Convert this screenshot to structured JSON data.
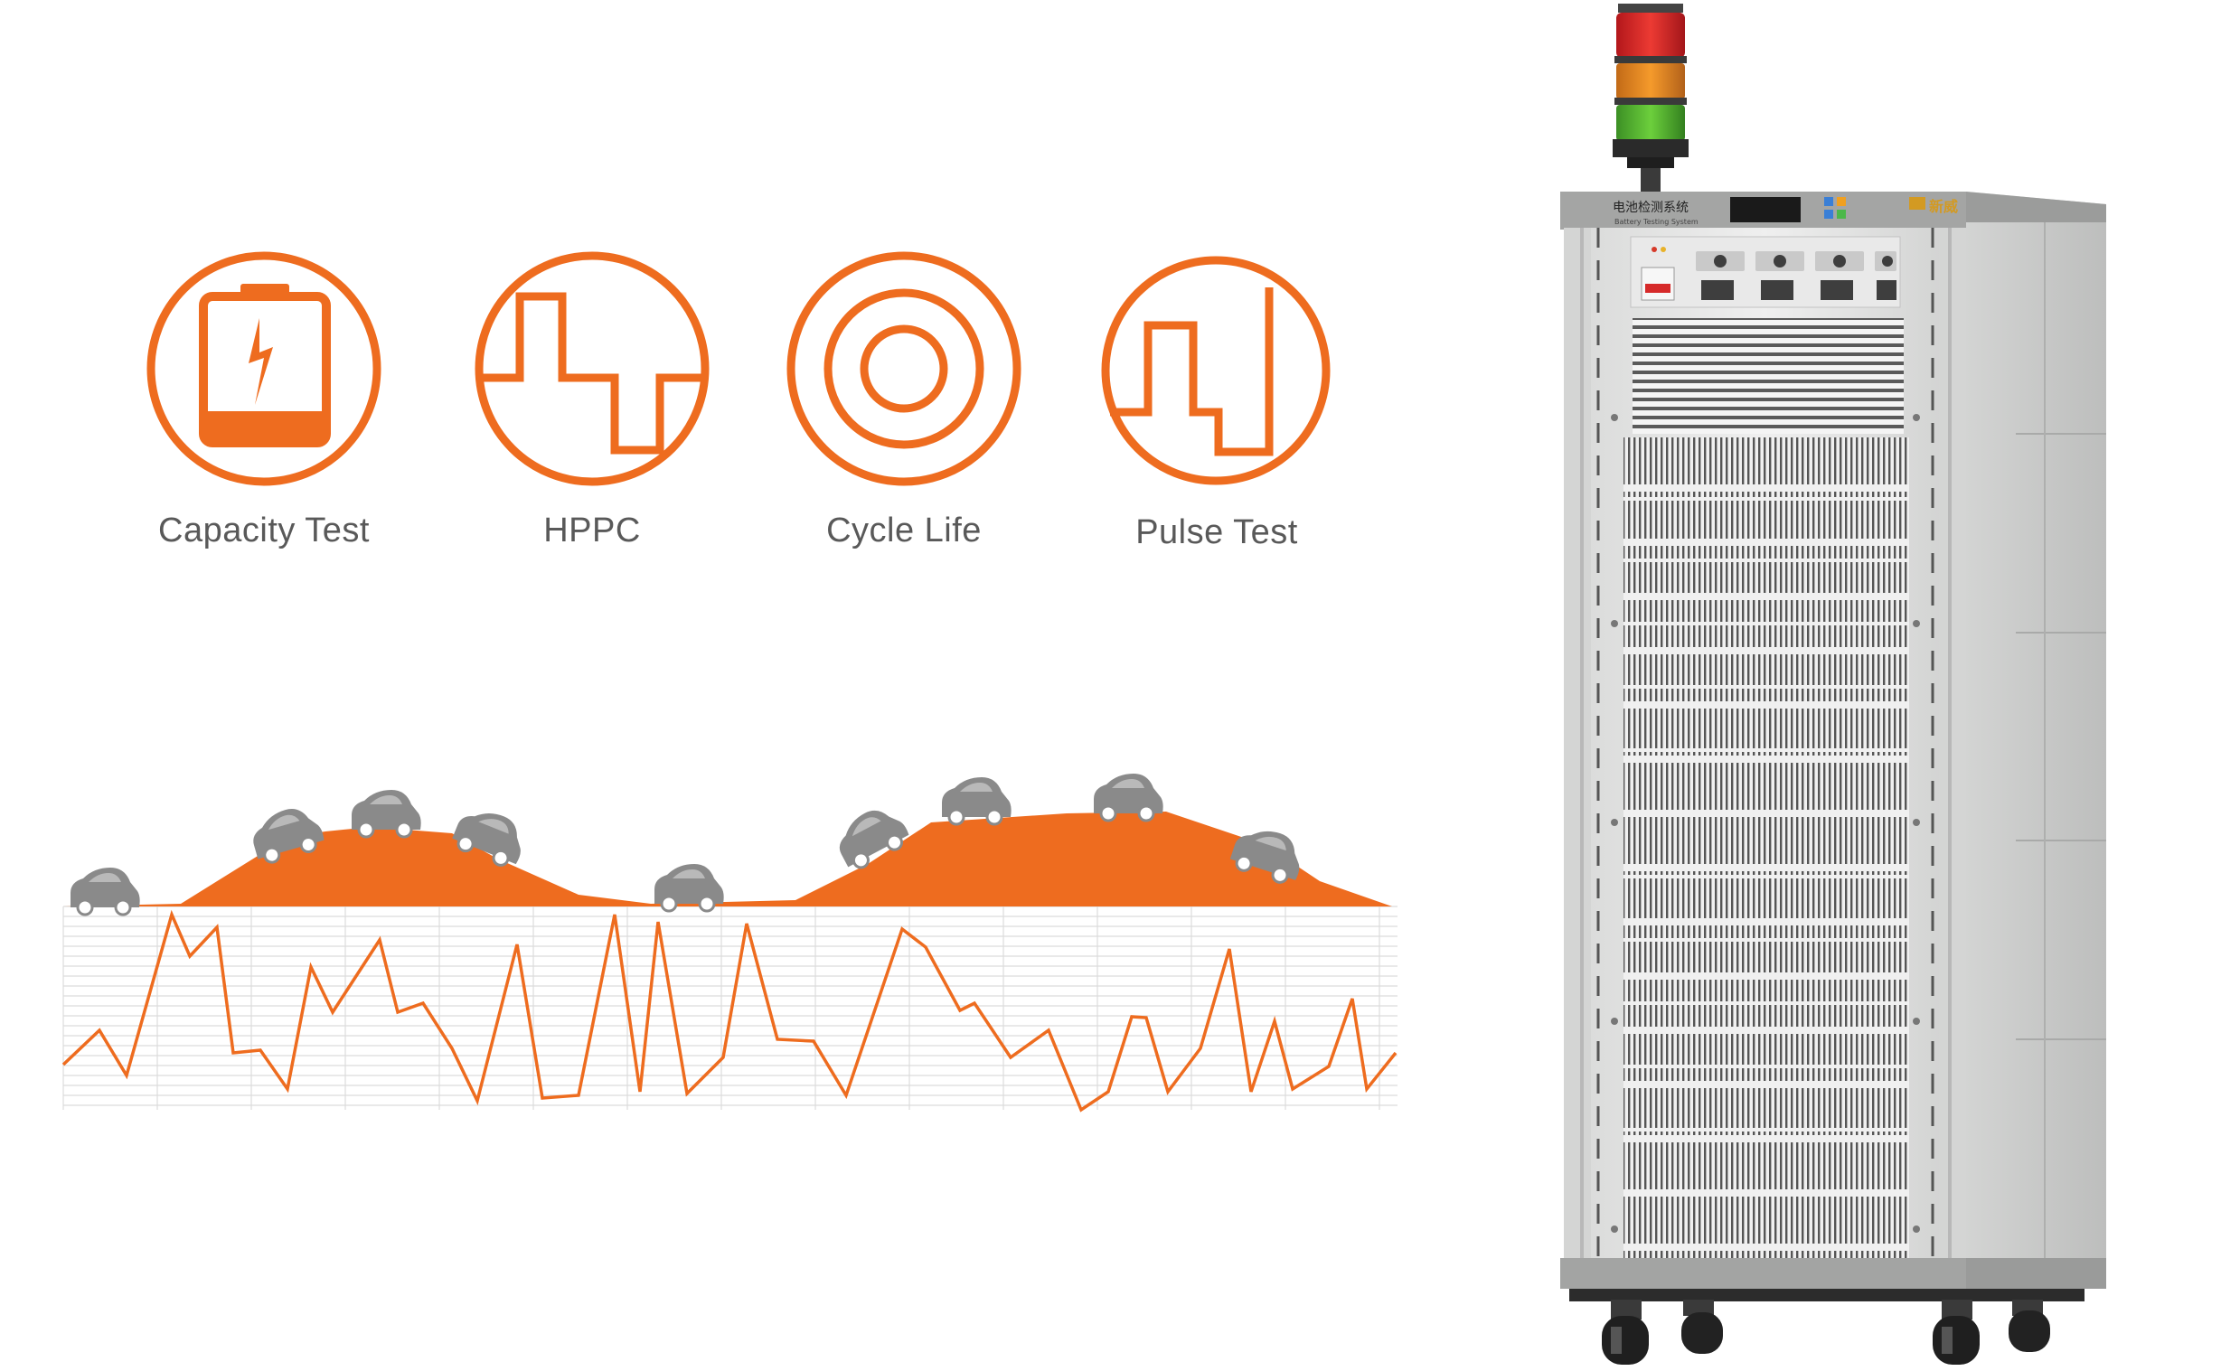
{
  "test_types": [
    {
      "label": "Capacity Test",
      "icon": "battery-charging-icon"
    },
    {
      "label": "HPPC",
      "icon": "hppc-waveform-icon"
    },
    {
      "label": "Cycle Life",
      "icon": "concentric-circles-icon"
    },
    {
      "label": "Pulse Test",
      "icon": "pulse-waveform-icon"
    }
  ],
  "machine": {
    "name_cn": "电池检测系统",
    "name_en": "Battery Testing System",
    "brand": "新威"
  },
  "colors": {
    "accent": "#ee6c1f",
    "label": "#595959",
    "grid": "#d9d9d9",
    "car": "#8a8a8a",
    "cabinet": "#e8e9e8"
  }
}
